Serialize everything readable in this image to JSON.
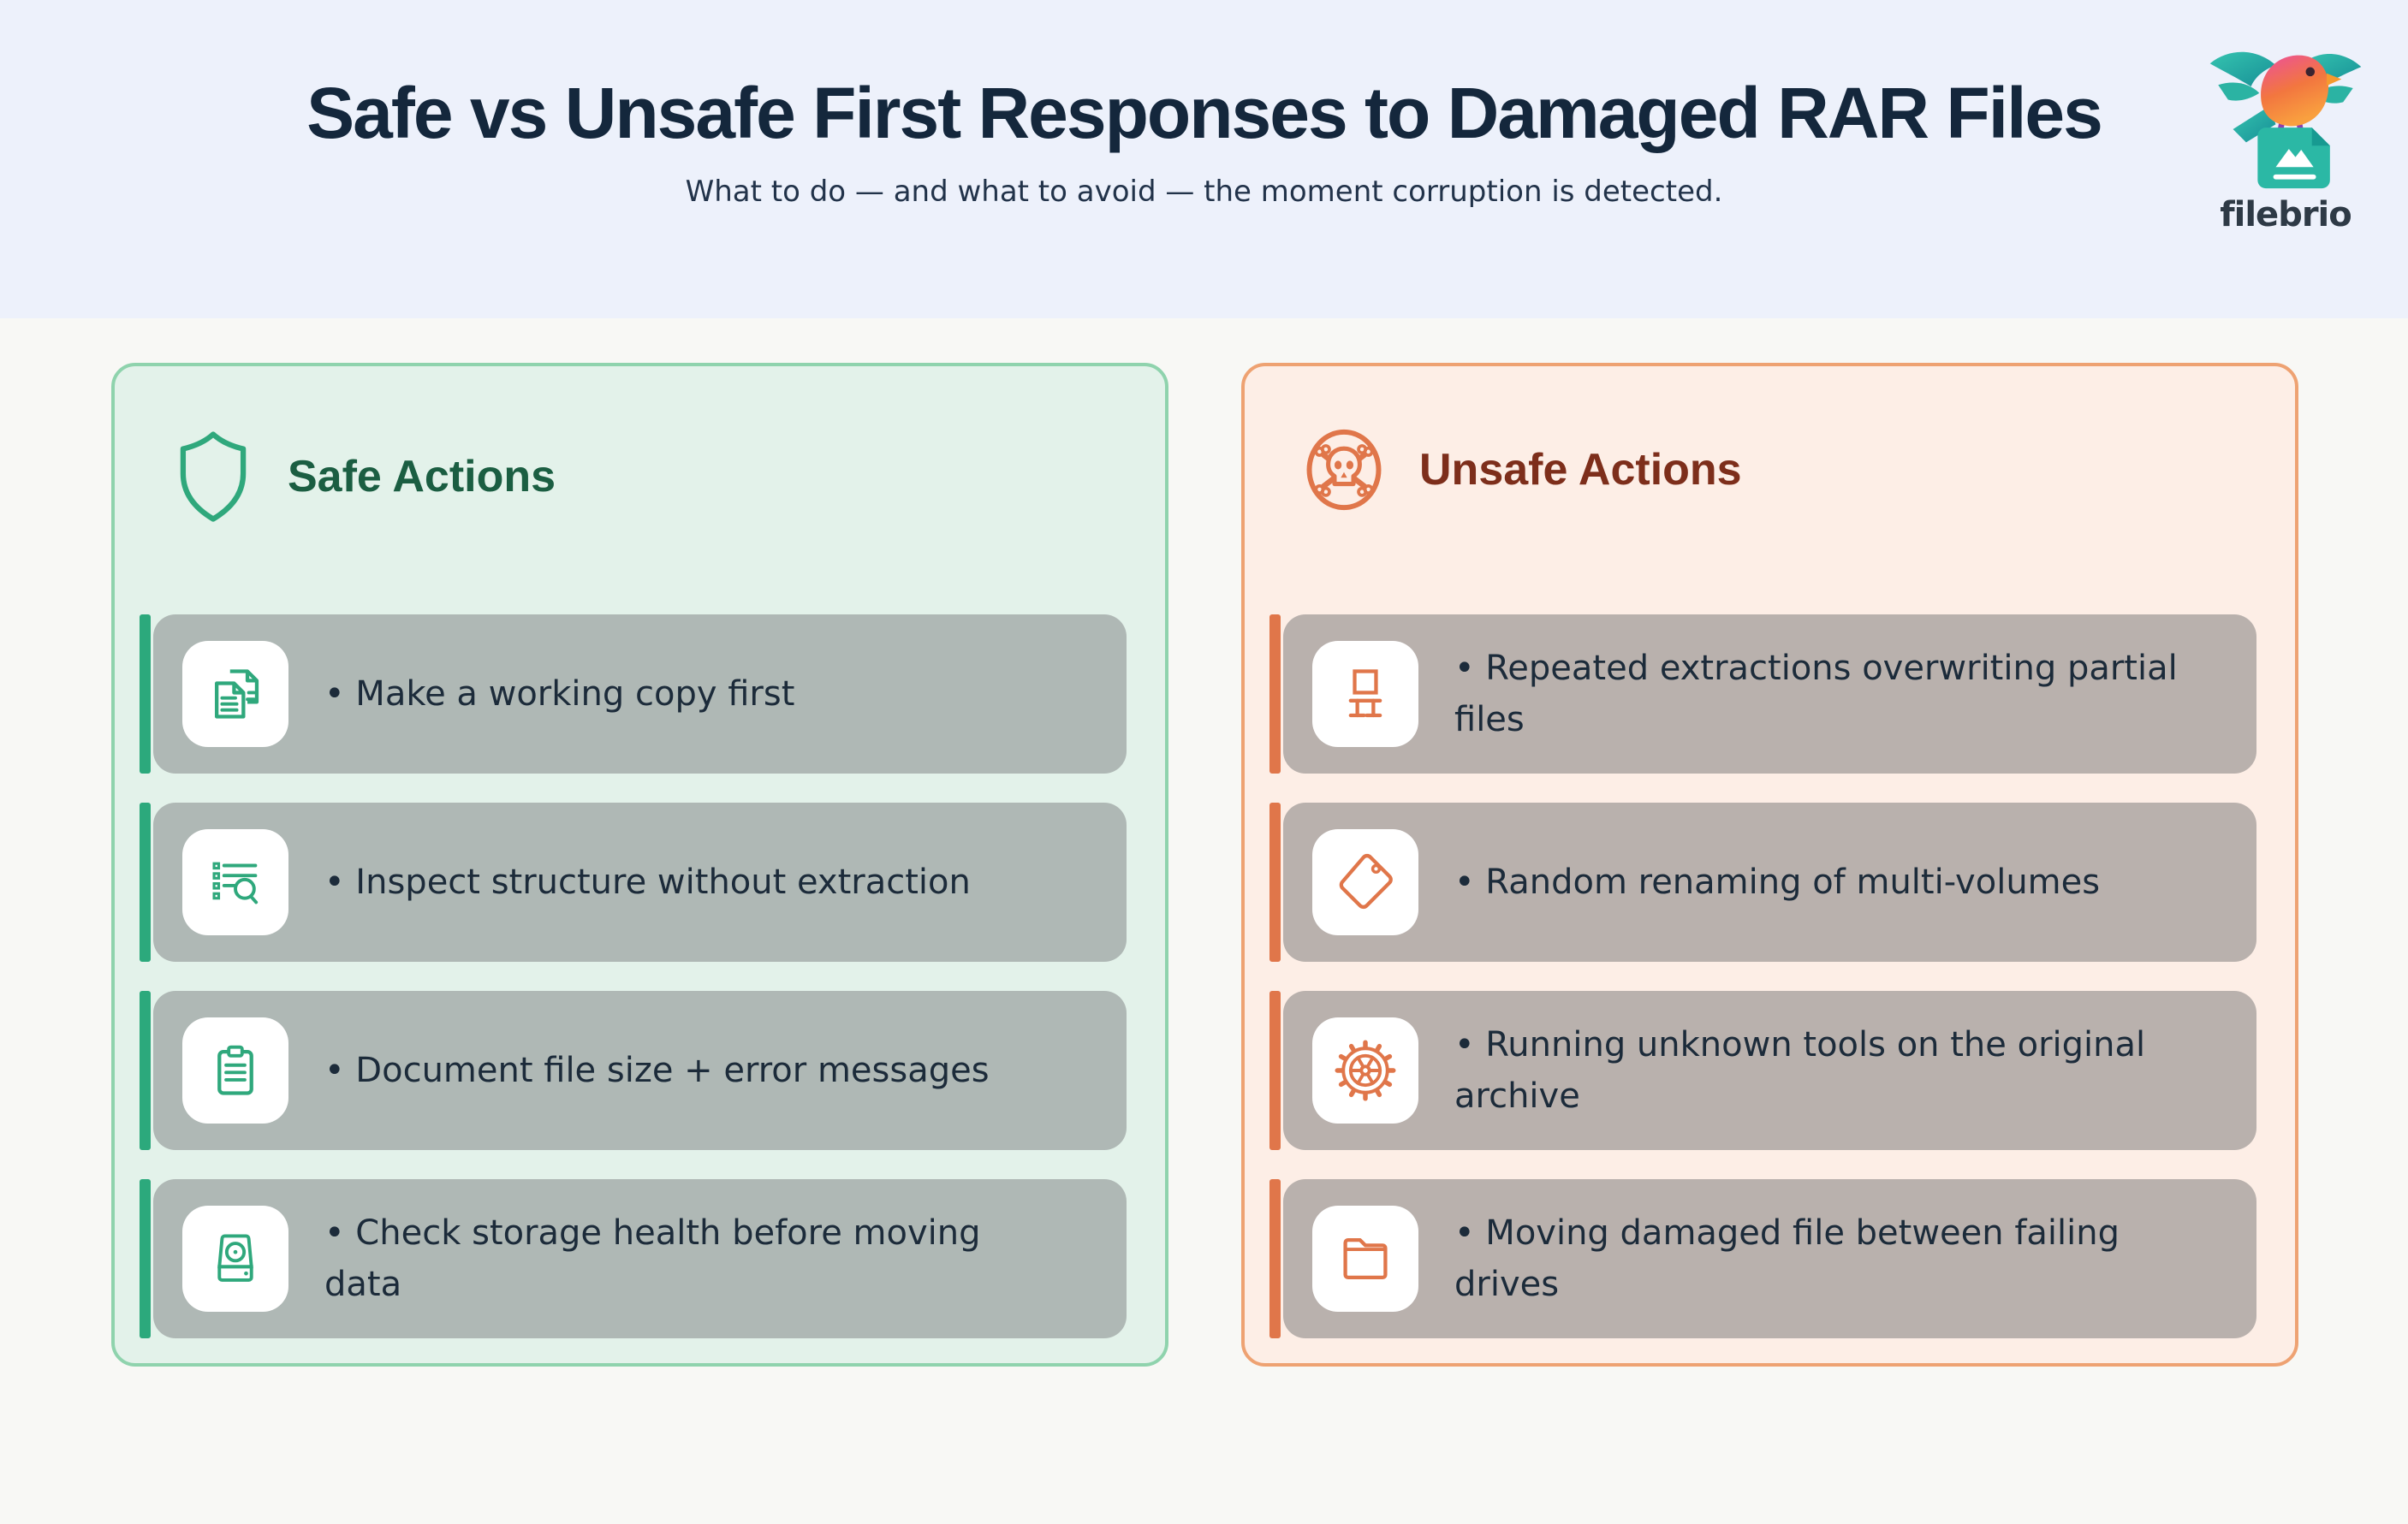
{
  "page": {
    "title": "Safe vs Unsafe First Responses to Damaged RAR Files",
    "subtitle": "What to do — and what to avoid — the moment corruption is detected."
  },
  "logo": {
    "brand": "filebrio",
    "icon": "bird-on-file-logo-icon"
  },
  "colors": {
    "header_background": "#edf1fb",
    "page_background": "#f8f8f5",
    "title_text": "#14273c",
    "safe_panel_background": "#e3f2ea",
    "safe_panel_border": "#8fd3ad",
    "safe_accent": "#2ca97c",
    "safe_title_text": "#1b5e42",
    "safe_row_background": "#afb8b5",
    "unsafe_panel_background": "#fdeee6",
    "unsafe_panel_border": "#eea272",
    "unsafe_accent": "#e0764a",
    "unsafe_title_text": "#7d2e1b",
    "unsafe_row_background": "#b9b1ad",
    "row_text": "#1c2b3a"
  },
  "panels": [
    {
      "id": "safe",
      "title": "Safe Actions",
      "icon": "shield-icon",
      "items": [
        {
          "icon": "copy-documents-icon",
          "text": "• Make a working copy first"
        },
        {
          "icon": "list-search-icon",
          "text": "• Inspect structure without extraction"
        },
        {
          "icon": "clipboard-icon",
          "text": "• Document file size + error messages"
        },
        {
          "icon": "hard-drive-icon",
          "text": "• Check storage health before moving data"
        }
      ]
    },
    {
      "id": "unsafe",
      "title": "Unsafe Actions",
      "icon": "skull-crossbones-icon",
      "items": [
        {
          "icon": "overwrite-structure-icon",
          "text": "• Repeated extractions overwriting partial files"
        },
        {
          "icon": "tag-icon",
          "text": "• Random renaming of multi-volumes"
        },
        {
          "icon": "gear-icon",
          "text": "• Running unknown tools on the original archive"
        },
        {
          "icon": "folder-icon",
          "text": "• Moving damaged file between failing drives"
        }
      ]
    }
  ]
}
